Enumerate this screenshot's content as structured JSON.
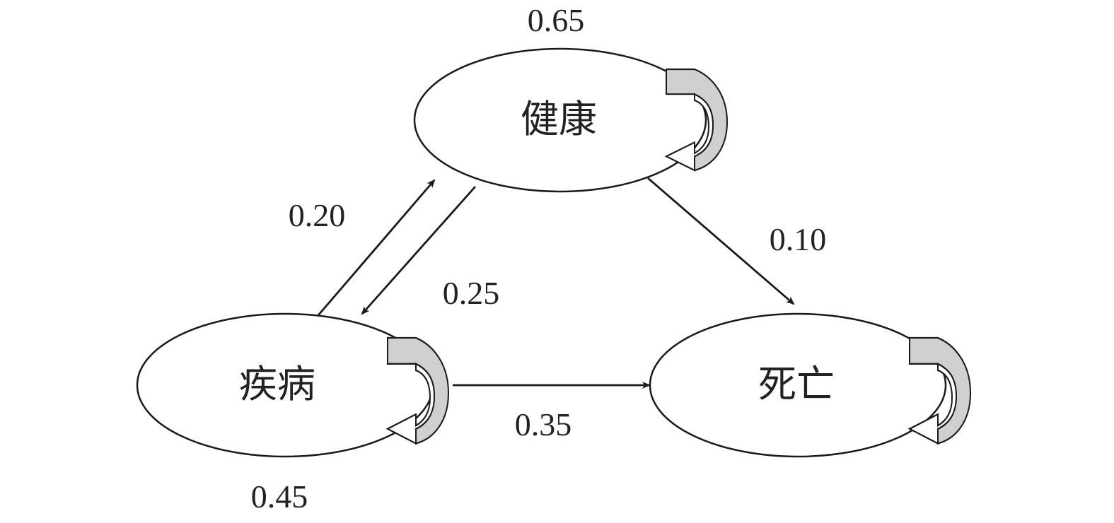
{
  "states": {
    "healthy": "健康",
    "disease": "疾病",
    "death": "死亡"
  },
  "transitions": {
    "healthy_to_healthy": "0.65",
    "disease_to_healthy": "0.20",
    "healthy_to_disease": "0.25",
    "healthy_to_death": "0.10",
    "disease_to_death": "0.35",
    "disease_to_disease": "0.45"
  },
  "colors": {
    "stroke": "#1a1a1a",
    "loop_fill": "#d0d0d0",
    "node_fill": "#ffffff"
  }
}
